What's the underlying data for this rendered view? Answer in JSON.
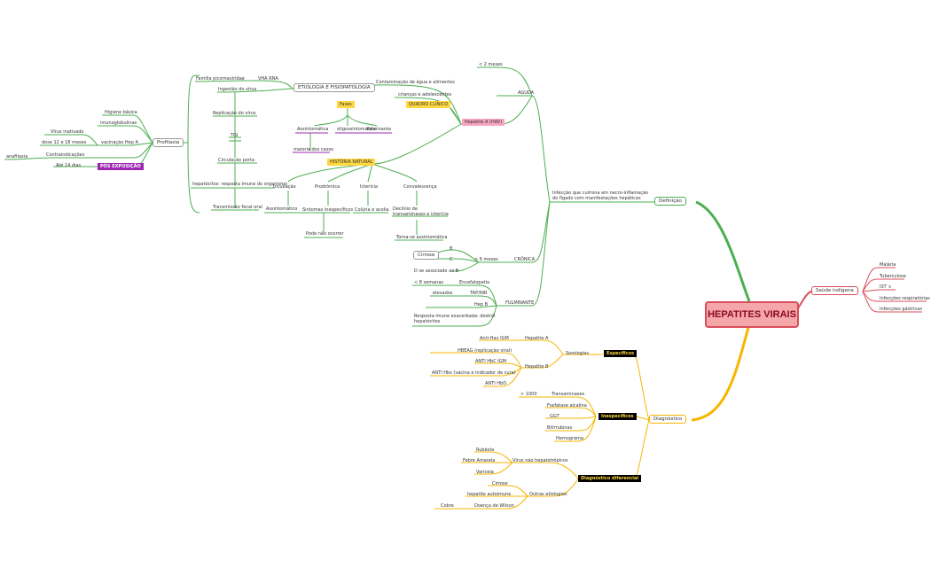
{
  "central": "HEPATITES VIRAIS",
  "main": {
    "definicao": "Definição",
    "diagnostico": "Diagnóstico",
    "saude_indigena": "Saúde indígena"
  },
  "saude_indigena_items": [
    "Malária",
    "Tuberculose",
    "IST´s",
    "Infecções respiratórias",
    "Infecções gástricas"
  ],
  "definicao_text": [
    "Infecção que culmina em necro-inflamação",
    "do fígado com manifestações hepáticas"
  ],
  "fases_def": {
    "aguda": "AGUDA",
    "cronica": "CRÔNICA",
    "fulminante": "FULMINANTE"
  },
  "aguda": {
    "menos2meses": "< 2 meses",
    "hepatite_a": "Hepatite A (HAV)",
    "etiologia": "ETIOLOGIA E FISIOPATOLOGIA",
    "contaminacao": "Contaminação de água e alimentos",
    "criancas": "crianças e adolescentes",
    "quadro_clinico": "QUADRO CLÍNICO",
    "fases": "Fases",
    "assintomatica": "Assintomática",
    "oligossintomatica": "oligossintomática",
    "fulminante": "fulminante",
    "maioria": "maioria dos casos",
    "historia_natural": "HISTÓRIA NATURAL",
    "incubacao": "Incubação",
    "prodromica": "Prodrômica",
    "ictericia": "Icterícia",
    "convalescenca": "Convalescença",
    "assintomatico": "Assintomático",
    "sintomas": "Sintomas inespecíficos",
    "coluria": "Colúria e acolia",
    "declinio": [
      "Declínio de",
      "transaminases e icterícia"
    ],
    "pode_nao": "Pode não ocorrer",
    "torna_se": "Torna-se assintomática"
  },
  "fisio": {
    "familia": "Família picornaviridae",
    "vha": "VHA RNA",
    "ingestao": "Ingestão do vírus",
    "replicacao": "Replicação do vírus",
    "tgi": "TGI",
    "circulacao": "Circulação porta",
    "hepatocitos": "hepatócitos: resposta imune do organismo",
    "transmissao": "Transmissão fecal-oral"
  },
  "profilaxia": {
    "label": "Profilaxia",
    "higiene": "Higiene básica",
    "imuno": "imunoglobulinas",
    "virus_inativado": "Vírus inativado",
    "dose": "dose 12 e 18 meses",
    "vacinacao": "vacinação Hep A",
    "contraindicacoes": "Contraindicações",
    "anafilaxia": "anafilaxia",
    "ate14": "Até 14 dias",
    "pos_exposicao": "PÓS EXPOSIÇÃO"
  },
  "cronica": {
    "b": "B",
    "c": "C",
    "cirrose": "Cirrose",
    "maior6": "> 6 meses",
    "d": "D se associado ao B"
  },
  "fulminante": {
    "menos8": "< 8 semanas",
    "encefalopatia": "Encefalopatia",
    "elevados": "elevados",
    "tap": "TAP/INR",
    "hepb": "Hep B",
    "resposta": [
      "Resposta imune exacerbada: destrói",
      "hepatócitos"
    ]
  },
  "diagnostico_br": {
    "especificos": "Específicos",
    "sorologias": "Sorologias",
    "hep_a": "Hepatite A",
    "anti_hav": "Anti-Hav IGM",
    "hep_b": "Hepatite B",
    "hbeag": "HBEAG (replicação viral)",
    "anti_hbc": "ANTI HbC IGM",
    "anti_hbs": "ANTI Hbs (vacina e indicador de cura)",
    "anti_hbd": "ANTI HbD",
    "inespecificos": "Inespecíficos",
    "maior1000": "> 1000",
    "transaminases": "Transaminases",
    "fosfatase": "Fosfatase alcalina",
    "ggt": "GGT",
    "bilirrubinas": "Bilirrubinas",
    "hemograma": "Hemograma",
    "diferencial": "Diagnóstico diferencial",
    "nao_hepato": "Vírus não hepatotrópicos",
    "rubeola": "Rubéola",
    "febre": "Febre Amarela",
    "varicela": "Varicela",
    "outras": "Outras etiologias",
    "cirrose": "Cirrose",
    "autoimune": "hepatite autoimune",
    "wilson": "Doença de Wilson",
    "cobre": "Cobre"
  },
  "colors": {
    "green": "#4caf50",
    "yellow": "#f7b500",
    "red": "#d94c59",
    "central_bg": "#f4a6a9",
    "pink": "#f48fb1",
    "purple": "#9c27b0",
    "gold": "#ffd740"
  }
}
